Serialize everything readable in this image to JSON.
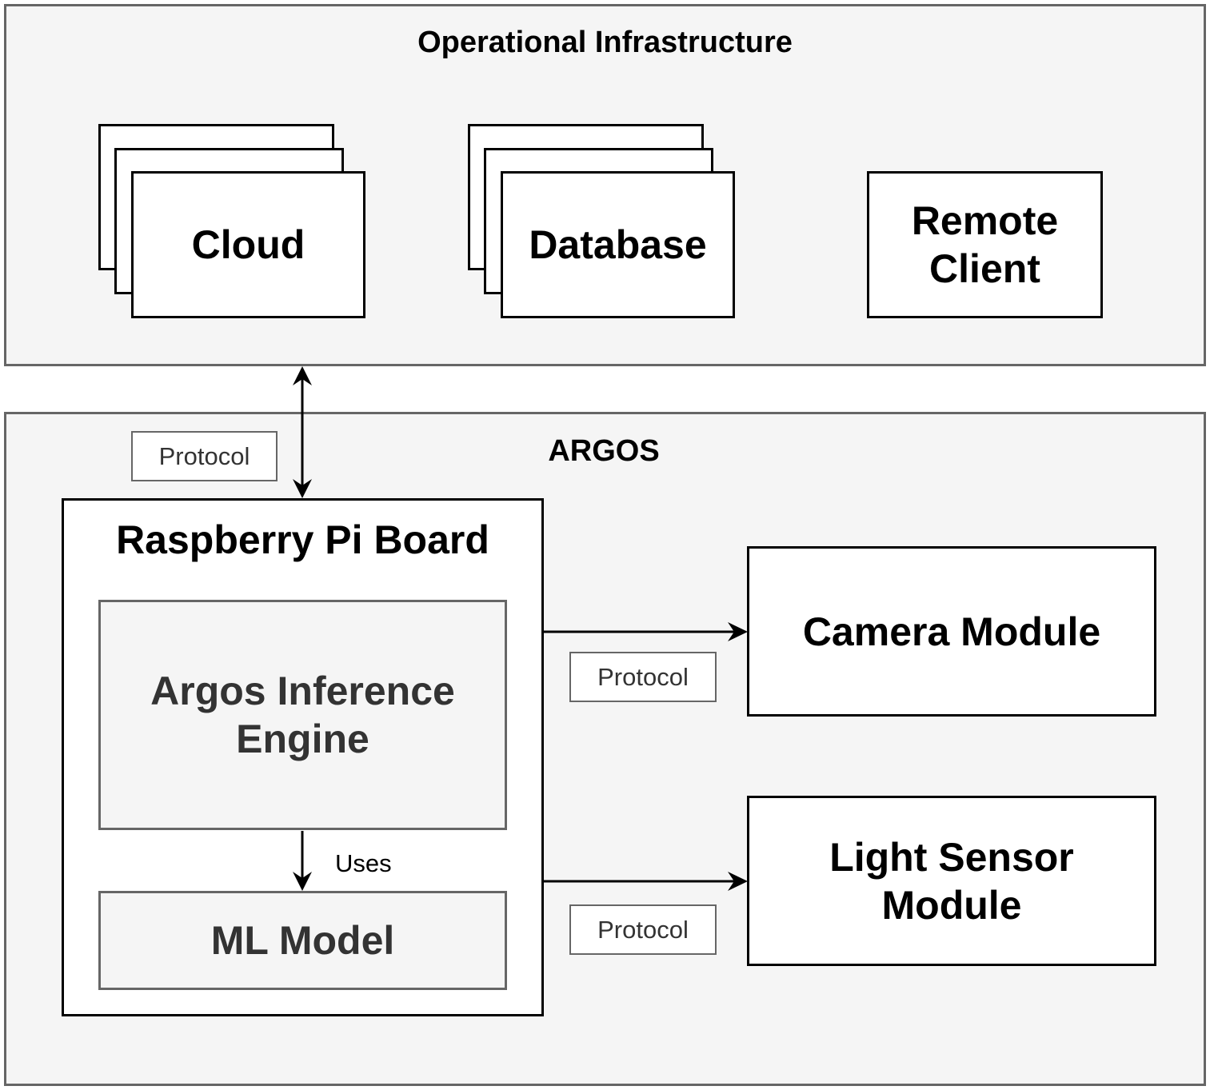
{
  "operational": {
    "title": "Operational Infrastructure",
    "cloud": "Cloud",
    "database": "Database",
    "remote_client": "Remote Client"
  },
  "argos": {
    "title": "ARGOS",
    "link_protocol": "Protocol",
    "board": {
      "title": "Raspberry Pi Board",
      "engine": "Argos Inference Engine",
      "uses": "Uses",
      "model": "ML Model"
    },
    "camera": "Camera Module",
    "camera_protocol": "Protocol",
    "light_sensor": "Light Sensor Module",
    "light_protocol": "Protocol"
  }
}
